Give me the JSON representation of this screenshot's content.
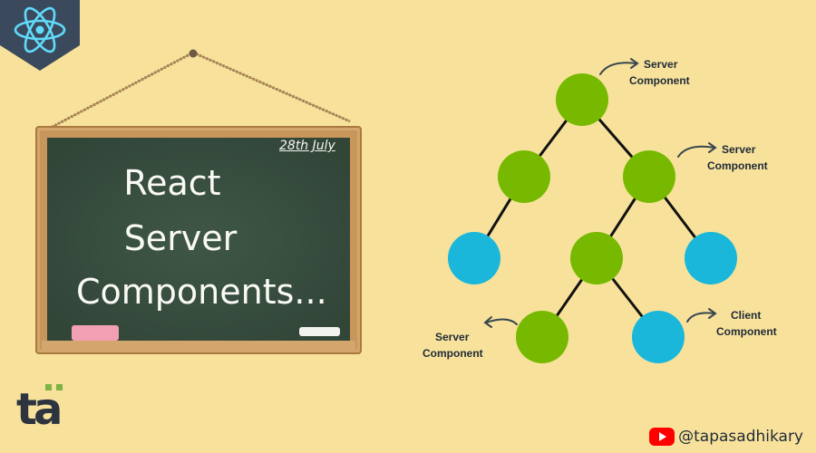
{
  "board": {
    "date": "28th July",
    "title_line1": "React",
    "title_line2": "Server",
    "title_line3": "Components..."
  },
  "tree": {
    "labels": {
      "root": {
        "line1": "Server",
        "line2": "Component"
      },
      "right": {
        "line1": "Server",
        "line2": "Component"
      },
      "bottom_left": {
        "line1": "Server",
        "line2": "Component"
      },
      "bottom_right": {
        "line1": "Client",
        "line2": "Component"
      }
    },
    "colors": {
      "server": "#76b900",
      "client": "#1ab7db",
      "edge": "#111111",
      "arrow": "#37474f"
    }
  },
  "brand": {
    "logo_icon": "react-atom-icon",
    "monogram": "ta",
    "handle": "@tapasadhikary",
    "handle_icon": "youtube-icon"
  },
  "colors": {
    "background": "#f8e29b",
    "board": "#34493b",
    "frame": "#d3a66d",
    "react_badge": "#3a4a5c",
    "react_blue": "#61dafb",
    "monogram_dots": "#7cb342"
  }
}
